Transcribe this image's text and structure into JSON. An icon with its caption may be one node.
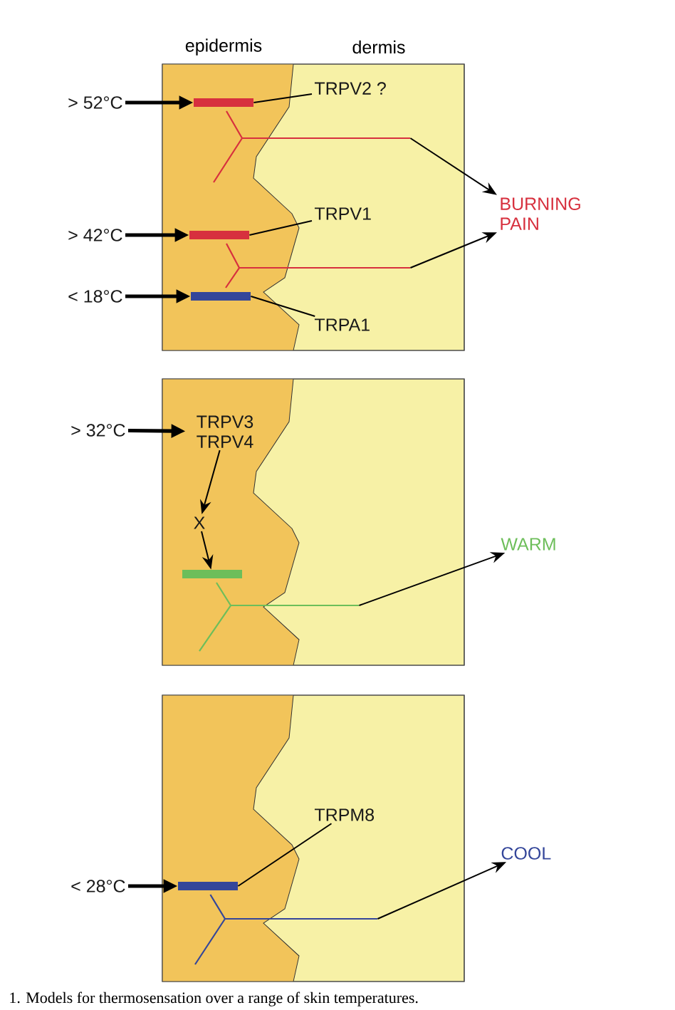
{
  "diagram": {
    "caption": "1. Models for thermosensation over a range of skin temperatures.",
    "nodes": [
      {
        "text": [
          "epidermis",
          "dermis"
        ]
      },
      {
        "text": [
          "> 52°C"
        ]
      },
      {
        "text": [
          "> 42°C"
        ]
      },
      {
        "text": [
          "< 18°C"
        ]
      },
      {
        "text": [],
        "shape": "bar",
        "in": 0
      },
      {
        "text": [],
        "shape": "bar",
        "in": 0
      },
      {
        "text": [],
        "shape": "bar",
        "in": 0
      },
      {
        "text": [
          "TRPV2 ?"
        ],
        "in": 0
      },
      {
        "text": [
          "TRPV1"
        ],
        "in": 0
      },
      {
        "text": [
          "TRPA1"
        ],
        "in": 0
      },
      {
        "text": [
          "BURNING PAIN"
        ]
      },
      {
        "text": [],
        "shape": "box"
      },
      {
        "text": [
          "> 32°C"
        ]
      },
      {
        "text": [
          "TRPV3 TRPV4"
        ],
        "in": 11
      },
      {
        "text": [
          "X"
        ],
        "in": 11
      },
      {
        "text": [],
        "shape": "bar",
        "in": 11
      },
      {
        "text": [
          "WARM"
        ]
      },
      {
        "text": [],
        "shape": "box"
      },
      {
        "text": [
          "< 28°C"
        ]
      },
      {
        "text": [],
        "shape": "bar",
        "in": 17
      },
      {
        "text": [
          "TRPM8"
        ],
        "in": 17
      },
      {
        "text": [
          "COOL"
        ]
      },
      {
        "text": [],
        "shape": "picture",
        "in": 0
      },
      {
        "text": [],
        "shape": "picture",
        "in": 0
      },
      {
        "text": [],
        "shape": "picture",
        "in": 11
      },
      {
        "text": [],
        "shape": "picture",
        "in": 17
      }
    ],
    "edges": [
      {
        "from": 1,
        "to": 4,
        "arrow": "to",
        "style": "thick"
      },
      {
        "from": 2,
        "to": 5,
        "arrow": "to",
        "style": "thick"
      },
      {
        "from": 3,
        "to": 6,
        "arrow": "to",
        "style": "thick"
      },
      {
        "from": 7,
        "to": 4,
        "arrow": "none"
      },
      {
        "from": 8,
        "to": 5,
        "arrow": "none"
      },
      {
        "from": 9,
        "to": 6,
        "arrow": "none"
      },
      {
        "from": 22,
        "to": 10,
        "arrow": "to"
      },
      {
        "from": 23,
        "to": 10,
        "arrow": "to"
      },
      {
        "from": 12,
        "to": 13,
        "arrow": "to",
        "style": "thick"
      },
      {
        "from": 13,
        "to": 14,
        "arrow": "to"
      },
      {
        "from": 14,
        "to": 15,
        "arrow": "to"
      },
      {
        "from": 24,
        "to": 16,
        "arrow": "to"
      },
      {
        "from": 18,
        "to": 19,
        "arrow": "to",
        "style": "thick"
      },
      {
        "from": 20,
        "to": 19,
        "arrow": "none"
      },
      {
        "from": 25,
        "to": 21,
        "arrow": "to"
      }
    ]
  }
}
